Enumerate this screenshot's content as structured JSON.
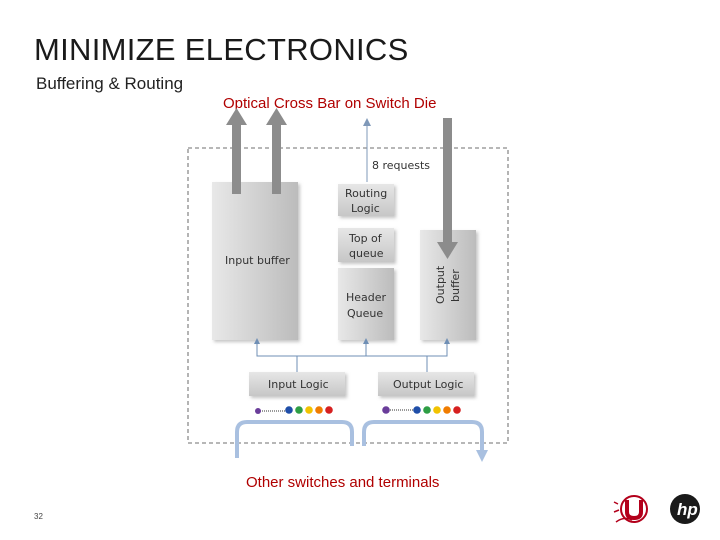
{
  "slide": {
    "title": "MINIMIZE ELECTRONICS",
    "subtitle": "Buffering & Routing",
    "page_number": "32"
  },
  "diagram": {
    "top_caption": "Optical Cross Bar on Switch Die",
    "bottom_caption": "Other switches and terminals",
    "requests_label": "8 requests",
    "input_buffer": "Input buffer",
    "routing_logic": [
      "Routing",
      "Logic"
    ],
    "top_of_queue": [
      "Top of",
      "queue"
    ],
    "header_queue": [
      "Header",
      "Queue"
    ],
    "output_buffer": [
      "Output",
      "buffer"
    ],
    "input_logic": "Input Logic",
    "output_logic": "Output Logic",
    "packet_colors": [
      "#6a3d9a",
      "#1f4ea8",
      "#2e9e44",
      "#f2c200",
      "#f07c00",
      "#d62020"
    ]
  },
  "logos": {
    "university": "u-logo-icon",
    "company": "hp-logo-icon",
    "company_text": "hp"
  }
}
